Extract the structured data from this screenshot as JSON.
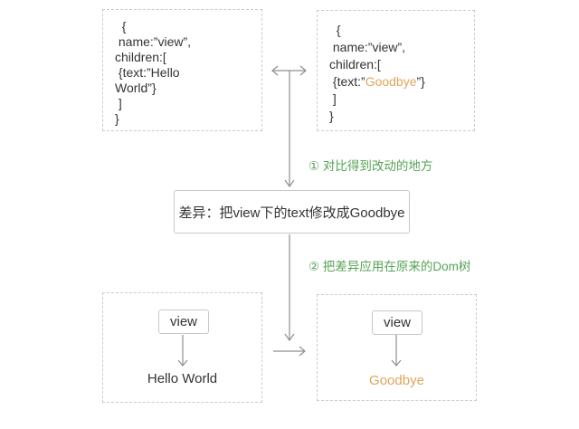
{
  "colors": {
    "accent_green": "#56a356",
    "accent_orange": "#e0a55c",
    "box_border": "#c8c8c8",
    "dashed_border": "#cbcbcb",
    "arrow_gray": "#8f8f8f",
    "text_dark": "#333333"
  },
  "vdom_old": {
    "lines": [
      "  {",
      " name:”view”,",
      "children:[",
      " {text:”Hello",
      "World”}",
      " ]",
      "}"
    ]
  },
  "vdom_new": {
    "lines_before": [
      "  {",
      " name:”view”,",
      "children:["
    ],
    "changed_line": {
      "prefix": " {text:”",
      "highlight": "Goodbye",
      "suffix": "”}"
    },
    "lines_after": [
      " ]",
      "}"
    ]
  },
  "steps": {
    "step1": "① 对比得到改动的地方",
    "step2": "② 把差异应用在原来的Dom树"
  },
  "diff": {
    "text": "差异：把view下的text修改成Goodbye"
  },
  "dom_old": {
    "node": "view",
    "text": "Hello World"
  },
  "dom_new": {
    "node": "view",
    "text": "Goodbye"
  }
}
